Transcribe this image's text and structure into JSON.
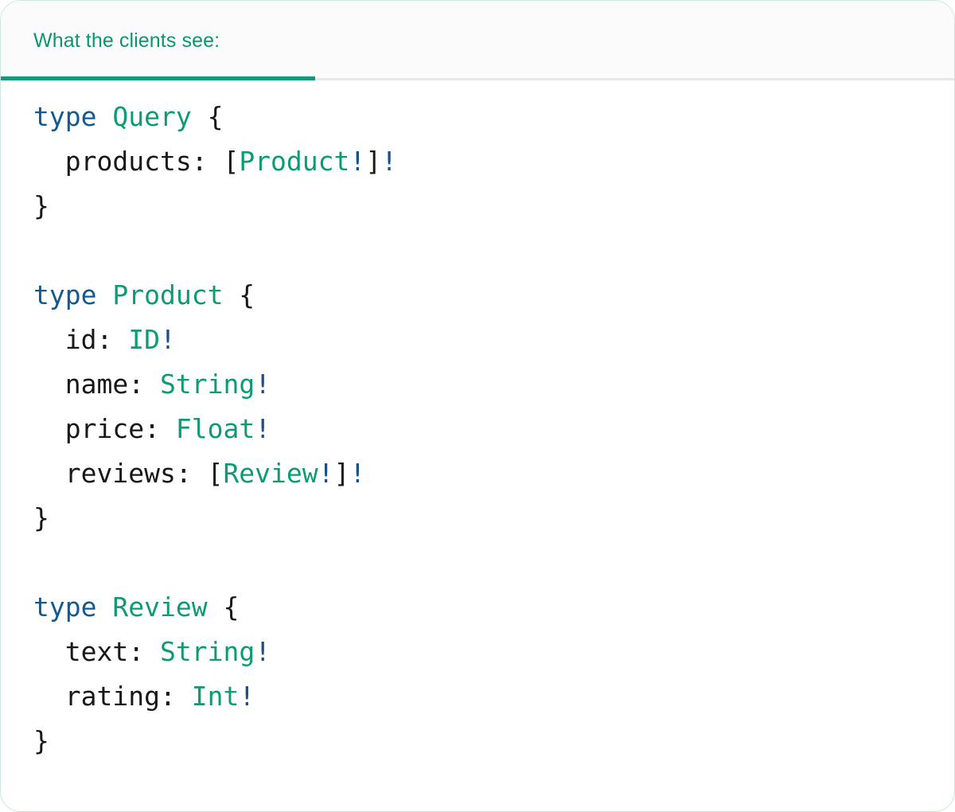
{
  "card": {
    "accent_color": "#10997a",
    "border_color": "#cfe6da",
    "header_bg": "#fbfbfb"
  },
  "tabs": [
    {
      "label": "What the clients see:",
      "active": true
    }
  ],
  "code": {
    "language": "graphql",
    "colors": {
      "keyword": "#15598f",
      "type_name": "#0e9b74",
      "non_null": "#1b4f8a",
      "punctuation": "#181818",
      "field_name": "#181818"
    },
    "lines": [
      {
        "tokens": [
          {
            "t": "type",
            "c": "kw"
          },
          {
            "t": " ",
            "c": "punct"
          },
          {
            "t": "Query",
            "c": "type"
          },
          {
            "t": " {",
            "c": "punct"
          }
        ]
      },
      {
        "tokens": [
          {
            "t": "  ",
            "c": "punct"
          },
          {
            "t": "products",
            "c": "field"
          },
          {
            "t": ": [",
            "c": "punct"
          },
          {
            "t": "Product",
            "c": "type"
          },
          {
            "t": "!",
            "c": "bang"
          },
          {
            "t": "]",
            "c": "punct"
          },
          {
            "t": "!",
            "c": "bang"
          }
        ]
      },
      {
        "tokens": [
          {
            "t": "}",
            "c": "punct"
          }
        ]
      },
      {
        "tokens": []
      },
      {
        "tokens": [
          {
            "t": "type",
            "c": "kw"
          },
          {
            "t": " ",
            "c": "punct"
          },
          {
            "t": "Product",
            "c": "type"
          },
          {
            "t": " {",
            "c": "punct"
          }
        ]
      },
      {
        "tokens": [
          {
            "t": "  ",
            "c": "punct"
          },
          {
            "t": "id",
            "c": "field"
          },
          {
            "t": ": ",
            "c": "punct"
          },
          {
            "t": "ID",
            "c": "type"
          },
          {
            "t": "!",
            "c": "bang"
          }
        ]
      },
      {
        "tokens": [
          {
            "t": "  ",
            "c": "punct"
          },
          {
            "t": "name",
            "c": "field"
          },
          {
            "t": ": ",
            "c": "punct"
          },
          {
            "t": "String",
            "c": "type"
          },
          {
            "t": "!",
            "c": "bang"
          }
        ]
      },
      {
        "tokens": [
          {
            "t": "  ",
            "c": "punct"
          },
          {
            "t": "price",
            "c": "field"
          },
          {
            "t": ": ",
            "c": "punct"
          },
          {
            "t": "Float",
            "c": "type"
          },
          {
            "t": "!",
            "c": "bang"
          }
        ]
      },
      {
        "tokens": [
          {
            "t": "  ",
            "c": "punct"
          },
          {
            "t": "reviews",
            "c": "field"
          },
          {
            "t": ": [",
            "c": "punct"
          },
          {
            "t": "Review",
            "c": "type"
          },
          {
            "t": "!",
            "c": "bang"
          },
          {
            "t": "]",
            "c": "punct"
          },
          {
            "t": "!",
            "c": "bang"
          }
        ]
      },
      {
        "tokens": [
          {
            "t": "}",
            "c": "punct"
          }
        ]
      },
      {
        "tokens": []
      },
      {
        "tokens": [
          {
            "t": "type",
            "c": "kw"
          },
          {
            "t": " ",
            "c": "punct"
          },
          {
            "t": "Review",
            "c": "type"
          },
          {
            "t": " {",
            "c": "punct"
          }
        ]
      },
      {
        "tokens": [
          {
            "t": "  ",
            "c": "punct"
          },
          {
            "t": "text",
            "c": "field"
          },
          {
            "t": ": ",
            "c": "punct"
          },
          {
            "t": "String",
            "c": "type"
          },
          {
            "t": "!",
            "c": "bang"
          }
        ]
      },
      {
        "tokens": [
          {
            "t": "  ",
            "c": "punct"
          },
          {
            "t": "rating",
            "c": "field"
          },
          {
            "t": ": ",
            "c": "punct"
          },
          {
            "t": "Int",
            "c": "type"
          },
          {
            "t": "!",
            "c": "bang"
          }
        ]
      },
      {
        "tokens": [
          {
            "t": "}",
            "c": "punct"
          }
        ]
      }
    ]
  }
}
